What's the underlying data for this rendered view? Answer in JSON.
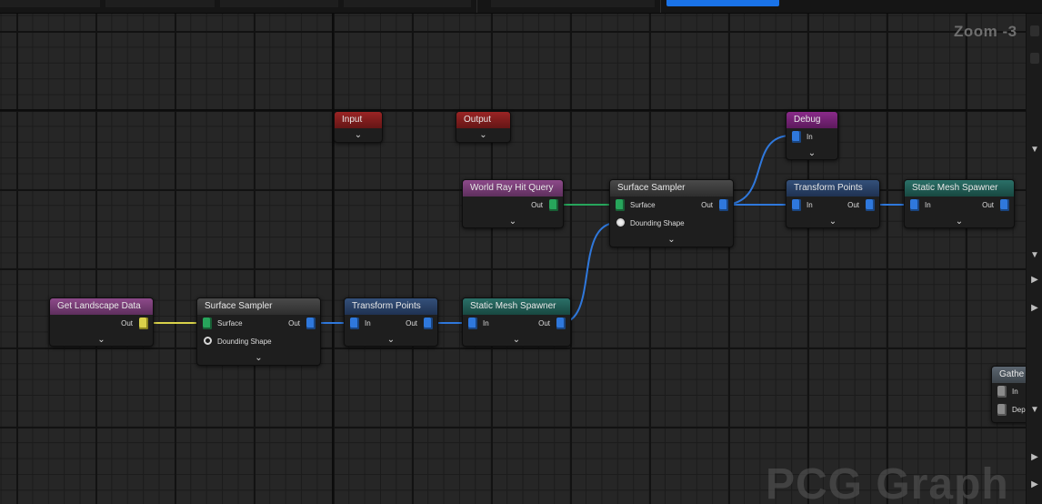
{
  "zoom_label": "Zoom -3",
  "watermark": "PCG Graph",
  "nodes": {
    "input": {
      "title": "Input"
    },
    "output": {
      "title": "Output"
    },
    "debug": {
      "title": "Debug",
      "in_label": "In"
    },
    "world_ray_hit_query": {
      "title": "World Ray Hit Query",
      "out_label": "Out"
    },
    "surface_sampler_upper": {
      "title": "Surface Sampler",
      "surface_label": "Surface",
      "out_label": "Out",
      "bounding_label": "Dounding Shape"
    },
    "transform_points_upper": {
      "title": "Transform Points",
      "in_label": "In",
      "out_label": "Out"
    },
    "static_mesh_spawner_upper": {
      "title": "Static Mesh Spawner",
      "in_label": "In",
      "out_label": "Out"
    },
    "get_landscape_data": {
      "title": "Get Landscape Data",
      "out_label": "Out"
    },
    "surface_sampler_lower": {
      "title": "Surface Sampler",
      "surface_label": "Surface",
      "out_label": "Out",
      "bounding_label": "Dounding Shape"
    },
    "transform_points_lower": {
      "title": "Transform Points",
      "in_label": "In",
      "out_label": "Out"
    },
    "static_mesh_spawner_lower": {
      "title": "Static Mesh Spawner",
      "in_label": "In",
      "out_label": "Out"
    },
    "gather": {
      "title": "Gathe",
      "in_label": "In",
      "dep_label": "Dep"
    }
  },
  "pin_colors": {
    "landscape": "#d9d24a",
    "surface": "#27a55b",
    "points": "#2f78dc"
  },
  "icons": {
    "chevron": "chevron-down-icon",
    "scroll_up": "arrow-up-icon",
    "scroll_down": "arrow-down-icon",
    "scroll_right": "arrow-right-icon"
  }
}
